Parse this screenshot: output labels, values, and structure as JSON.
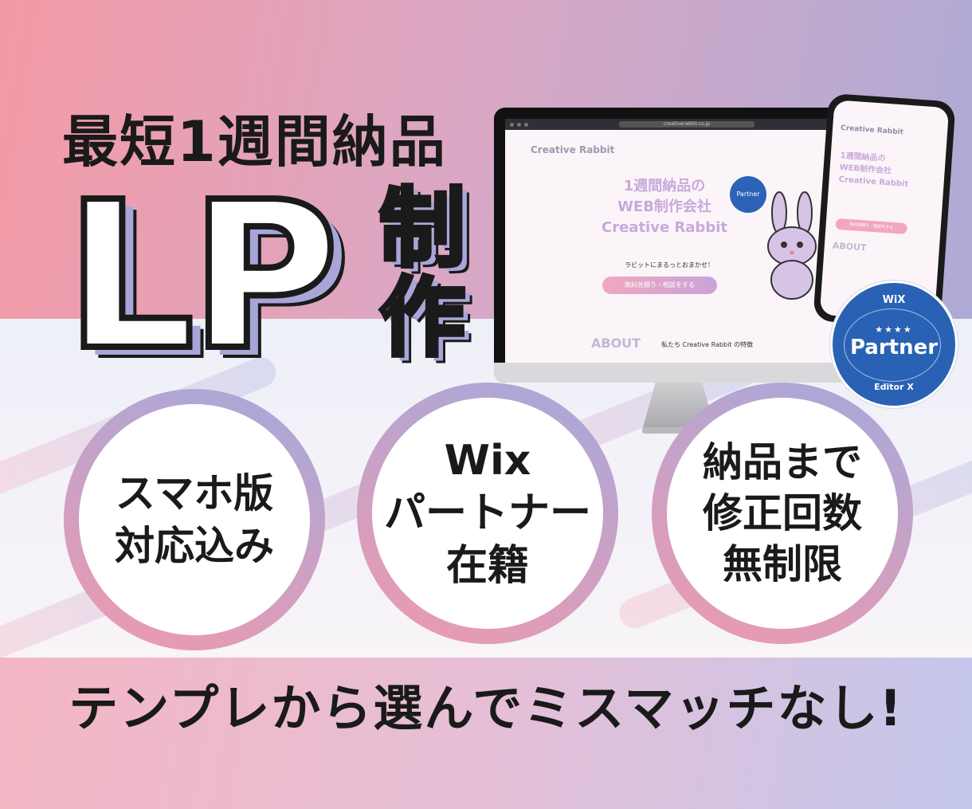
{
  "headline": {
    "top": "最短1週間納品",
    "big": "LP",
    "vertical": [
      "制",
      "作"
    ]
  },
  "mockup": {
    "url": "creativerabbit.co.jp",
    "brand": "Creative Rabbit",
    "hero_lines": [
      "1週間納品の",
      "WEB制作会社",
      "Creative Rabbit"
    ],
    "sub": "ラビットにまるっとおまかせ！",
    "button": "無料見積り・相談をする",
    "about": "ABOUT",
    "about_sub": "私たち Creative Rabbit の特徴",
    "partner_small": "Partner"
  },
  "phone": {
    "brand": "Creative Rabbit",
    "hero_lines": [
      "1週間納品の",
      "WEB制作会社",
      "Creative Rabbit"
    ],
    "button": "無料見積り・相談をする",
    "about": "ABOUT"
  },
  "badge": {
    "wix": "WiX",
    "stars": "★★★★",
    "partner": "Partner",
    "editor": "Editor X",
    "color": "#2962b4"
  },
  "circles": [
    {
      "lines": [
        "スマホ版",
        "対応込み"
      ]
    },
    {
      "lines": [
        "Wix",
        "パートナー",
        "在籍"
      ]
    },
    {
      "lines": [
        "納品まで",
        "修正回数",
        "無制限"
      ]
    }
  ],
  "tagline": "テンプレから選んでミスマッチなし!"
}
